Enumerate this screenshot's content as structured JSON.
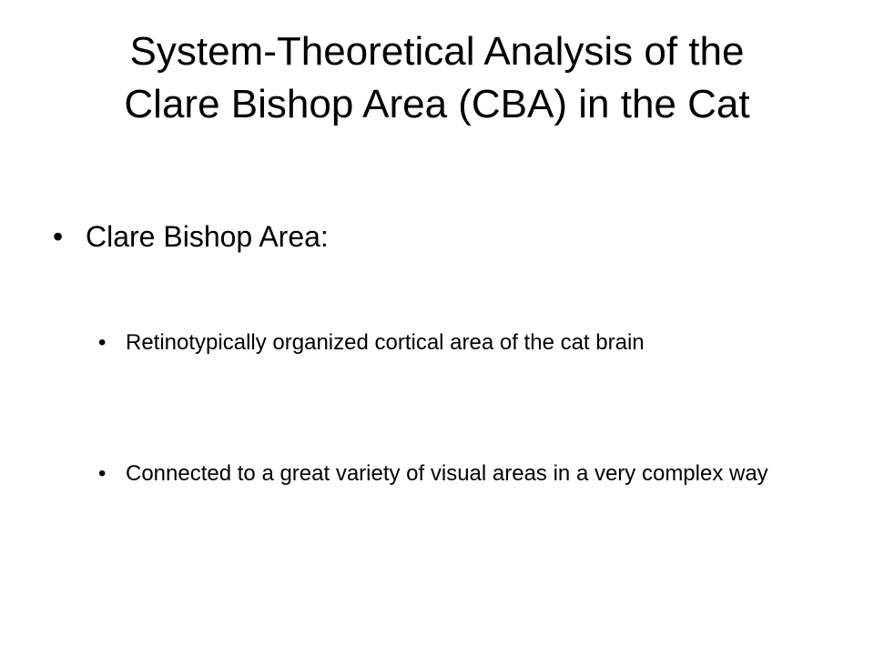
{
  "slide": {
    "title_line1": "System-Theoretical Analysis of the",
    "title_line2": "Clare Bishop Area (CBA) in the Cat",
    "bullet_glyph": "•",
    "main_bullet": "Clare Bishop Area:",
    "sub_bullets": [
      "Retinotypically organized cortical area of the cat brain",
      "Connected to a great variety of visual areas in a very complex way"
    ]
  }
}
